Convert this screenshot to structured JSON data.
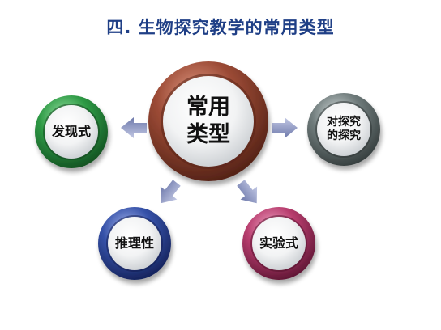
{
  "title": "四. 生物探究教学的常用类型",
  "center": {
    "line1": "常用",
    "line2": "类型",
    "ring_color": "#9b4a35"
  },
  "nodes": [
    {
      "id": "faxian",
      "line1": "发现式",
      "line2": "",
      "ring_color": "#2e9a45"
    },
    {
      "id": "duitanjiu",
      "line1": "对探究",
      "line2": "的探究",
      "ring_color": "#6f7b7b"
    },
    {
      "id": "tuili",
      "line1": "推理性",
      "line2": "",
      "ring_color": "#3551a8"
    },
    {
      "id": "shiyan",
      "line1": "实验式",
      "line2": "",
      "ring_color": "#b83d6e"
    }
  ],
  "arrow_color": "#8d97c2"
}
